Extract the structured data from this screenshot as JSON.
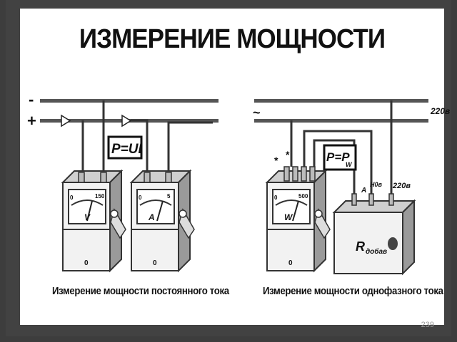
{
  "slide": {
    "title": "ИЗМЕРЕНИЕ МОЩНОСТИ",
    "page_number": "239"
  },
  "left_diagram": {
    "minus_sign": "-",
    "plus_sign": "+",
    "formula": "P=UI",
    "voltmeter": {
      "scale_min": "0",
      "scale_max": "150",
      "symbol": "V",
      "knob_mark": "0"
    },
    "ammeter": {
      "scale_min": "0",
      "scale_max": "5",
      "symbol": "A",
      "knob_mark": "0"
    },
    "caption": "Измерение мощности постоянного тока"
  },
  "right_diagram": {
    "ac_sign": "~",
    "line_voltage": "220в",
    "formula_p": "P=P",
    "formula_sub": "W",
    "star_mark": "*",
    "wattmeter": {
      "scale_min": "0",
      "scale_max": "500",
      "symbol": "W",
      "knob_mark": "0"
    },
    "resistor_terminals": [
      "A",
      "Н0в",
      "220в"
    ],
    "resistor_label": "R",
    "resistor_sub": "добав",
    "caption": "Измерение мощности однофазного тока"
  }
}
